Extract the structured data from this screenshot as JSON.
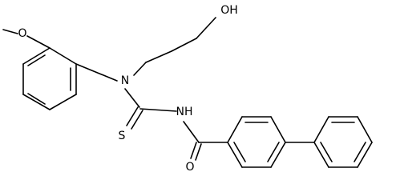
{
  "molecule": {
    "labels": {
      "hydroxyl": "OH",
      "methoxy_o": "O",
      "amine_n": "N",
      "amide_nh": "NH",
      "thione_s": "S",
      "carbonyl_o": "O"
    },
    "colors": {
      "bond": "#000000",
      "text": "#000000",
      "background": "#ffffff"
    }
  }
}
